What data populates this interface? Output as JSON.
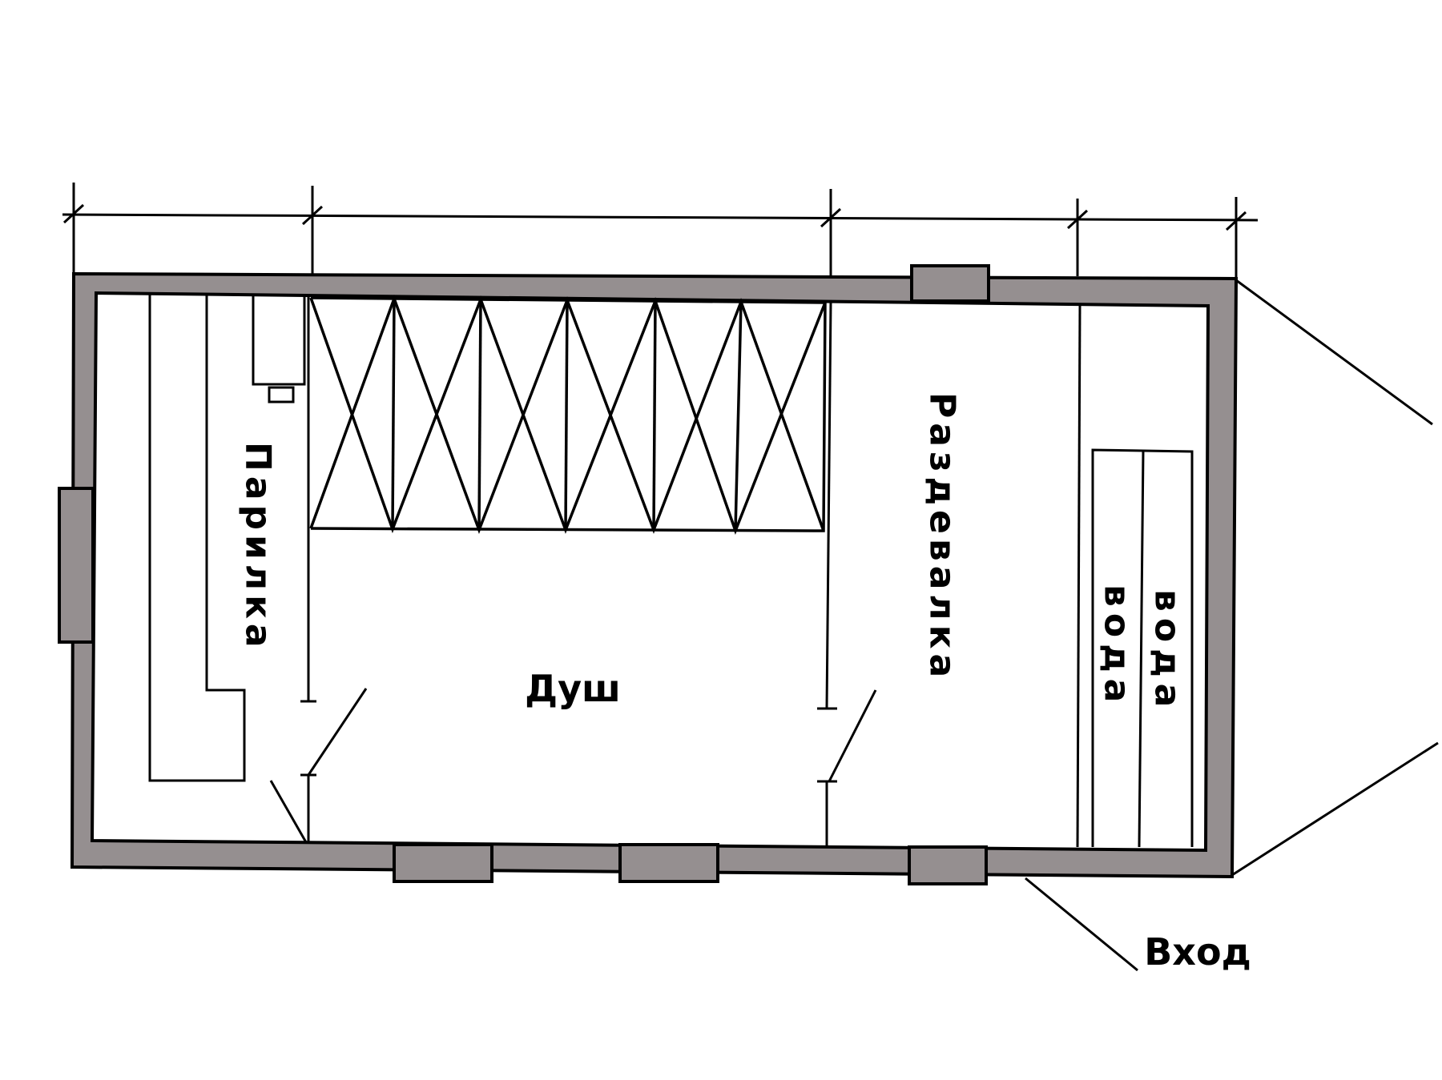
{
  "rooms": {
    "steam_room": "Парилка",
    "shower": "Душ",
    "dressing_room": "Раздевалка",
    "water_1": "вода",
    "water_2": "вода"
  },
  "entrance_label": "Вход",
  "colors": {
    "wall_fill": "#958f90",
    "line": "#000000",
    "background": "#ffffff"
  }
}
